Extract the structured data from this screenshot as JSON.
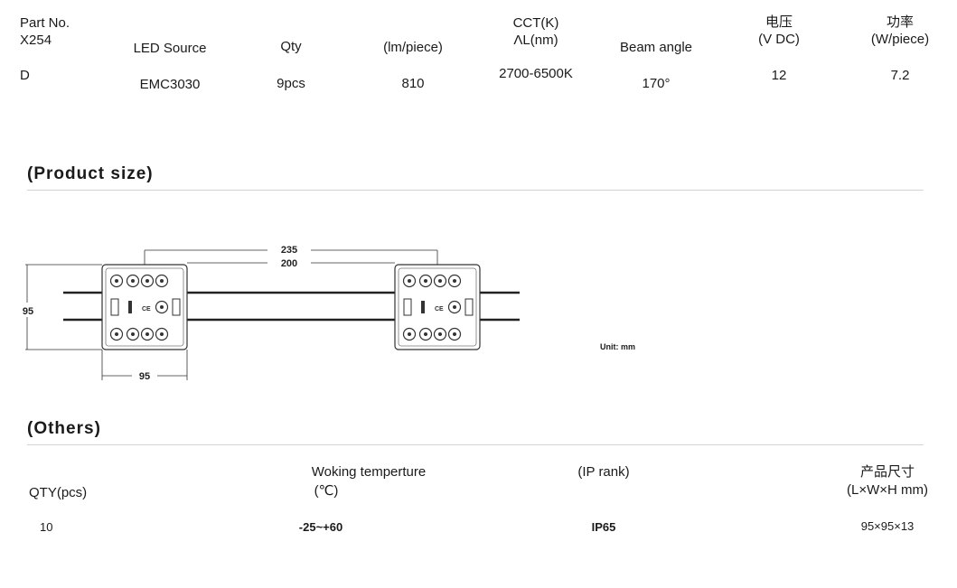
{
  "spec": {
    "headers": {
      "part_no": "Part No.",
      "led_source": "LED Source",
      "qty": "Qty",
      "lumen": "(lm/piece)",
      "cct_line1": "CCT(K)",
      "cct_line2": "ΛL(nm)",
      "beam": "Beam angle",
      "voltage_line1": "电压",
      "voltage_line2": "(V DC)",
      "power_line1": "功率",
      "power_line2": "(W/piece)"
    },
    "part_model": "X254",
    "row": {
      "part_no": "D",
      "led_source": "EMC3030",
      "qty": "9pcs",
      "lumen": "810",
      "cct": "2700-6500K",
      "beam": "170°",
      "voltage": "12",
      "power": "7.2"
    }
  },
  "product_size": {
    "title": "(Product size)",
    "dim_pitch": "235",
    "dim_inner": "200",
    "dim_height": "95",
    "dim_width": "95",
    "unit": "Unit: mm"
  },
  "others": {
    "title": "(Others)",
    "headers": {
      "qty": "QTY(pcs)",
      "temp_line1": "Woking temperture",
      "temp_line2": "(℃)",
      "ip": "(IP rank)",
      "size_line1": "产品尺寸",
      "size_line2": "(L×W×H mm)"
    },
    "row": {
      "qty": "10",
      "temp": "-25~+60",
      "ip": "IP65",
      "size": "95×95×13"
    }
  }
}
